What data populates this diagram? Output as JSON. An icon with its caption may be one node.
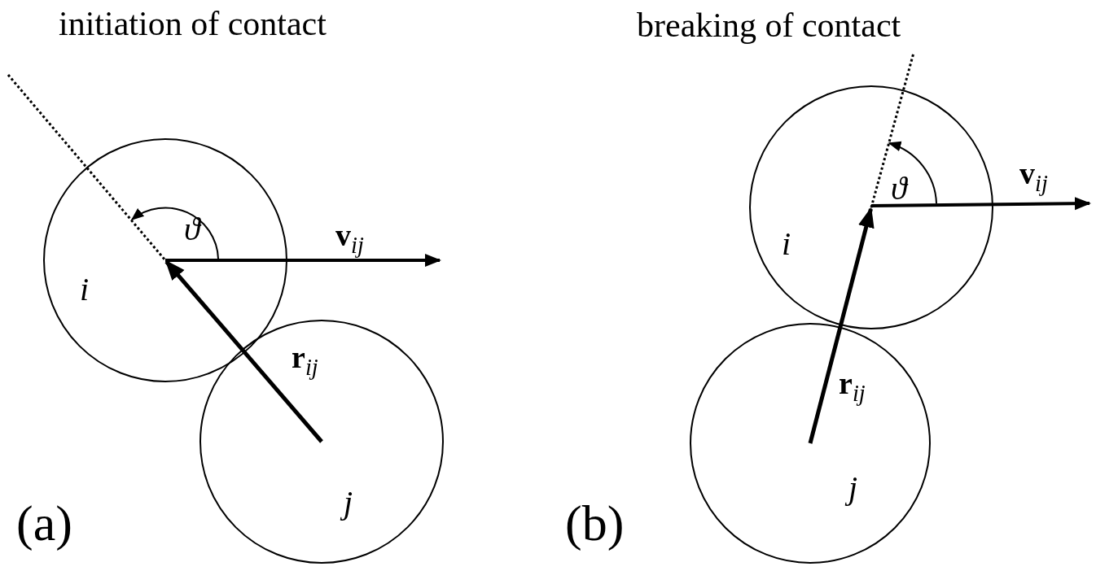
{
  "diagram": {
    "nodes": [
      {
        "text": [
          "i"
        ]
      },
      {
        "text": [
          "j"
        ]
      },
      {
        "text": [
          "i"
        ]
      },
      {
        "text": [
          "j"
        ]
      }
    ],
    "edges": [
      {
        "from": 1,
        "to": 0,
        "arrow": "to",
        "label": "**r**$_{ij}$"
      },
      {
        "from": 3,
        "to": 2,
        "arrow": "to",
        "label": "**r**$_{ij}$"
      }
    ],
    "labels": [
      "initiation of contact",
      "breaking of contact",
      "ϑ",
      "**v**$_{ij}$",
      "(a)",
      "ϑ",
      "**v**$_{ij}$",
      "(b)"
    ]
  }
}
